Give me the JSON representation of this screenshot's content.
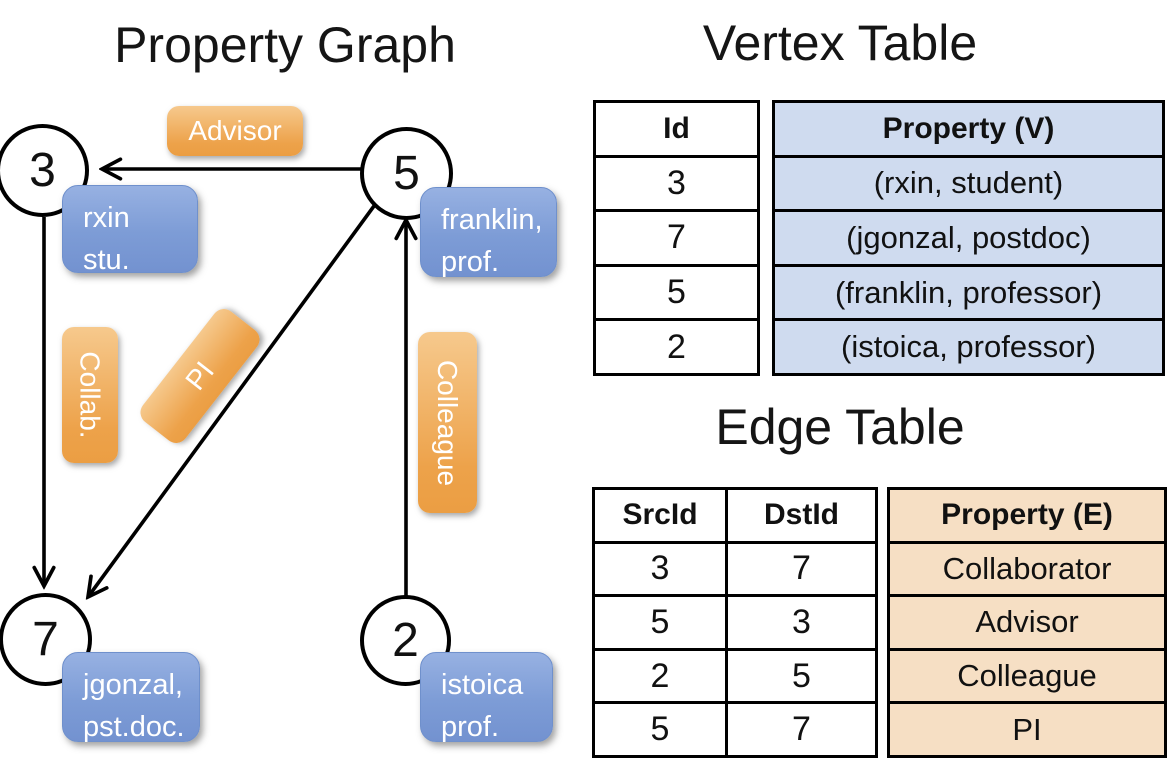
{
  "graph": {
    "title": "Property Graph",
    "nodes": [
      {
        "id": "3",
        "lines": [
          "rxin",
          "stu."
        ]
      },
      {
        "id": "5",
        "lines": [
          "franklin,",
          "prof."
        ]
      },
      {
        "id": "7",
        "lines": [
          "jgonzal,",
          "pst.doc."
        ]
      },
      {
        "id": "2",
        "lines": [
          "istoica",
          "prof."
        ]
      }
    ],
    "edge_labels": {
      "advisor": "Advisor",
      "collab": "Collab.",
      "pi": "PI",
      "colleague": "Colleague"
    }
  },
  "vertex_table": {
    "title": "Vertex Table",
    "id_header": "Id",
    "property_header": "Property (V)",
    "rows": [
      {
        "id": "3",
        "property": "(rxin, student)"
      },
      {
        "id": "7",
        "property": "(jgonzal, postdoc)"
      },
      {
        "id": "5",
        "property": "(franklin, professor)"
      },
      {
        "id": "2",
        "property": "(istoica, professor)"
      }
    ]
  },
  "edge_table": {
    "title": "Edge Table",
    "src_header": "SrcId",
    "dst_header": "DstId",
    "property_header": "Property (E)",
    "rows": [
      {
        "src": "3",
        "dst": "7",
        "property": "Collaborator"
      },
      {
        "src": "5",
        "dst": "3",
        "property": "Advisor"
      },
      {
        "src": "2",
        "dst": "5",
        "property": "Colleague"
      },
      {
        "src": "5",
        "dst": "7",
        "property": "PI"
      }
    ]
  },
  "colors": {
    "edge_label_orange": "#eda24a",
    "vertex_label_blue": "#7b9ad5",
    "vertex_table_fill": "#cfdbef",
    "edge_table_fill": "#f6dfc4",
    "line_color": "#000000",
    "node_fill": "#ffffff"
  }
}
